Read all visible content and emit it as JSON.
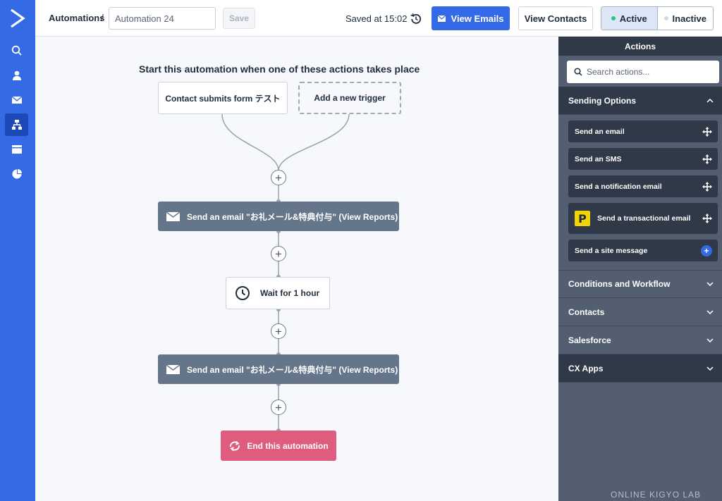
{
  "topbar": {
    "breadcrumb": "Automations",
    "breadcrumb_sep": "/",
    "automation_name": "Automation 24",
    "save_label": "Save",
    "saved_status": "Saved at 15:02",
    "view_emails_label": "View Emails",
    "view_contacts_label": "View Contacts",
    "status_toggle": {
      "active_label": "Active",
      "inactive_label": "Inactive",
      "selected": "Active"
    }
  },
  "nav": {
    "items": [
      "search-icon",
      "contacts-icon",
      "email-icon",
      "automations-icon",
      "site-icon",
      "reports-icon"
    ],
    "active": "automations-icon"
  },
  "canvas": {
    "heading": "Start this automation when one of these actions takes place",
    "triggers": [
      "Contact submits form テスト",
      "Add a new trigger"
    ],
    "steps": [
      {
        "type": "email",
        "label": "Send an email \"お礼メール&特典付与\" (View Reports)"
      },
      {
        "type": "wait",
        "label": "Wait for 1 hour"
      },
      {
        "type": "email",
        "label": "Send an email \"お礼メール&特典付与\" (View Reports)"
      },
      {
        "type": "end",
        "label": "End this automation"
      }
    ],
    "add_symbol": "+"
  },
  "panel": {
    "title": "Actions",
    "search_placeholder": "Search actions...",
    "sections": [
      {
        "label": "Sending Options",
        "expanded": true,
        "items": [
          {
            "label": "Send an email",
            "icon": "move-icon"
          },
          {
            "label": "Send an SMS",
            "icon": "move-icon"
          },
          {
            "label": "Send a notification email",
            "icon": "move-icon"
          },
          {
            "label": "Send a transactional email",
            "icon": "move-icon",
            "badge": "P"
          },
          {
            "label": "Send a site message",
            "icon": "add-icon"
          }
        ]
      },
      {
        "label": "Conditions and Workflow",
        "expanded": false
      },
      {
        "label": "Contacts",
        "expanded": false
      },
      {
        "label": "Salesforce",
        "expanded": false
      },
      {
        "label": "CX Apps",
        "expanded": false
      }
    ]
  },
  "watermark": "ONLINE KIGYO LAB",
  "colors": {
    "brand": "#356ae6",
    "step_dark": "#66768a",
    "end_step": "#df5c7f",
    "panel_bg": "#535f70",
    "panel_dark": "#2f3947",
    "active_dot": "#2ec27e"
  }
}
